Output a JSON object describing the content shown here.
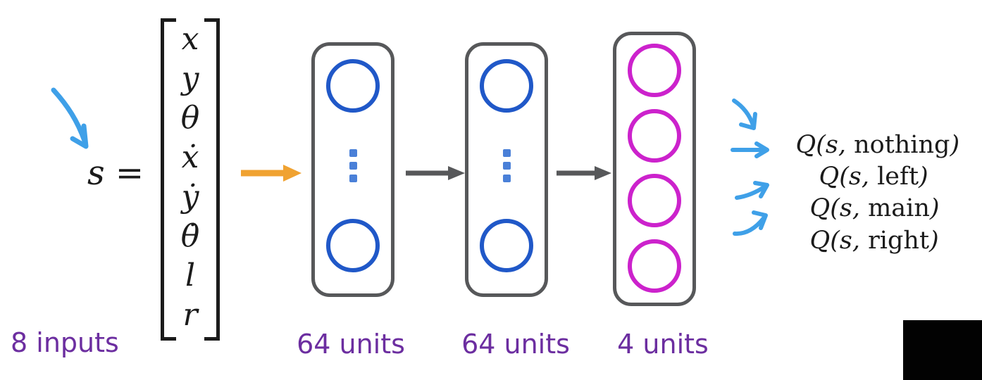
{
  "colors": {
    "neuron_blue": "#2058c8",
    "neuron_magenta": "#cc22cc",
    "arrow_orange": "#f0a231",
    "arrow_gray": "#57585a",
    "label_purple": "#6c2ea0",
    "sketch_blue": "#3fa0e8",
    "math_black": "#1b1b1b"
  },
  "state": {
    "equation_lhs": "s =",
    "vector_entries": [
      "x",
      "y",
      "θ",
      "ẋ",
      "ẏ",
      "θ̇",
      "l",
      "r"
    ],
    "inputs_label": "8 inputs"
  },
  "layers": [
    {
      "units_label": "64 units"
    },
    {
      "units_label": "64 units"
    },
    {
      "units_label": "4 units"
    }
  ],
  "outputs": [
    {
      "prefix": "Q(s, ",
      "action": "nothing",
      "suffix": ")"
    },
    {
      "prefix": "Q(s, ",
      "action": "left",
      "suffix": ")"
    },
    {
      "prefix": "Q(s, ",
      "action": "main",
      "suffix": ")"
    },
    {
      "prefix": "Q(s, ",
      "action": "right",
      "suffix": ")"
    }
  ]
}
